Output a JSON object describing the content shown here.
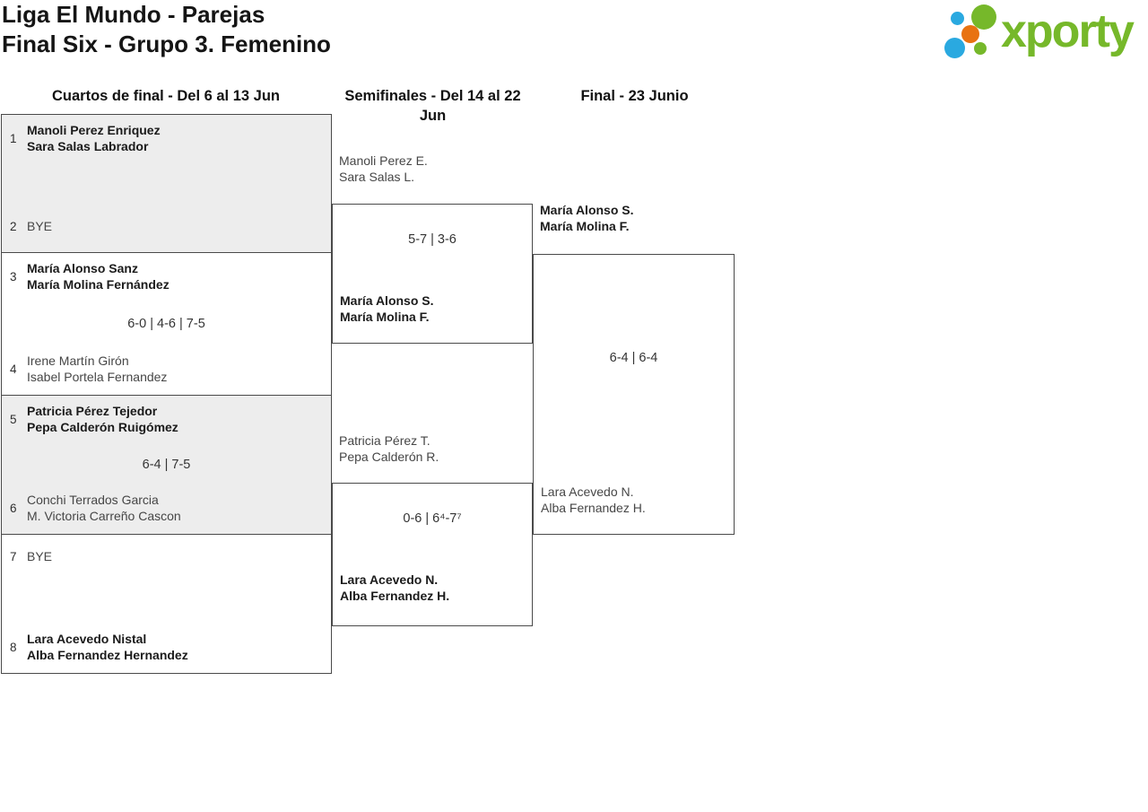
{
  "header": {
    "title_line1": "Liga El Mundo - Parejas",
    "title_line2": "Final Six - Grupo 3. Femenino"
  },
  "logo": {
    "text": "xporty",
    "green": "#76b82a",
    "blue": "#2aa9e0",
    "orange": "#e87211"
  },
  "round_headers": {
    "quarterfinals": "Cuartos de final - Del 6 al 13 Jun",
    "semifinals": "Semifinales - Del 14 al 22 Jun",
    "final": "Final - 23 Junio"
  },
  "quarterfinals": [
    {
      "seed_top": "1",
      "team_top_line1": "Manoli Perez Enriquez",
      "team_top_line2": "Sara Salas Labrador",
      "score": "",
      "seed_bottom": "2",
      "team_bottom_line1": "BYE",
      "team_bottom_line2": ""
    },
    {
      "seed_top": "3",
      "team_top_line1": "María Alonso Sanz",
      "team_top_line2": "María Molina Fernández",
      "score": "6-0 | 4-6 | 7-5",
      "seed_bottom": "4",
      "team_bottom_line1": "Irene Martín Girón",
      "team_bottom_line2": "Isabel Portela Fernandez"
    },
    {
      "seed_top": "5",
      "team_top_line1": "Patricia Pérez Tejedor",
      "team_top_line2": "Pepa Calderón Ruigómez",
      "score": "6-4 | 7-5",
      "seed_bottom": "6",
      "team_bottom_line1": "Conchi Terrados Garcia",
      "team_bottom_line2": "M. Victoria Carreño Cascon"
    },
    {
      "seed_top": "7",
      "team_top_line1": "BYE",
      "team_top_line2": "",
      "score": "",
      "seed_bottom": "8",
      "team_bottom_line1": "Lara Acevedo Nistal",
      "team_bottom_line2": "Alba Fernandez Hernandez"
    }
  ],
  "semifinals": [
    {
      "top_line1": "Manoli Perez E.",
      "top_line2": "Sara Salas L.",
      "score": "5-7 | 3-6",
      "bottom_line1": "María Alonso S.",
      "bottom_line2": "María Molina F."
    },
    {
      "top_line1": "Patricia Pérez T.",
      "top_line2": "Pepa Calderón R.",
      "score": "0-6 | 6⁴-7⁷",
      "bottom_line1": "Lara Acevedo N.",
      "bottom_line2": "Alba Fernandez H."
    }
  ],
  "final": {
    "top_line1": "María Alonso S.",
    "top_line2": "María Molina F.",
    "score": "6-4 | 6-4",
    "bottom_line1": "Lara Acevedo N.",
    "bottom_line2": "Alba Fernandez H."
  }
}
